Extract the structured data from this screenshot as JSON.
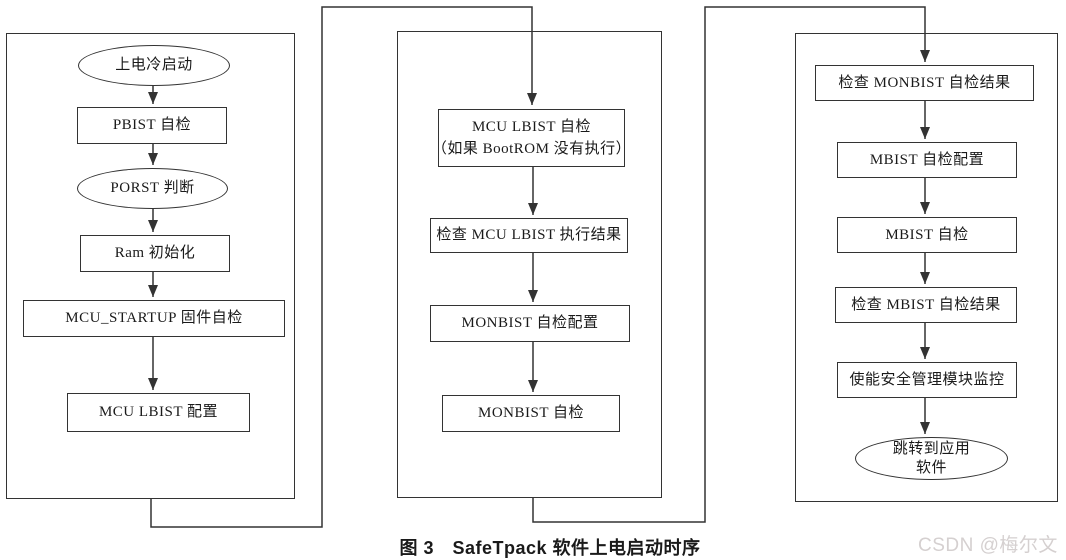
{
  "figure": {
    "caption": "图 3　SafeTpack 软件上电启动时序",
    "watermark": "CSDN @梅尔文",
    "colors": {
      "line": "#333333",
      "shape_border": "#333333",
      "shape_fill": "#ffffff",
      "background": "#ffffff",
      "caption_text": "#1a1a1a",
      "watermark_text": "#d5d0d0"
    },
    "columns": [
      {
        "nodes": [
          {
            "shape": "ellipse",
            "label": "上电冷启动"
          },
          {
            "shape": "rect",
            "label": "PBIST 自检"
          },
          {
            "shape": "ellipse",
            "label": "PORST 判断"
          },
          {
            "shape": "rect",
            "label": "Ram 初始化"
          },
          {
            "shape": "rect",
            "label": "MCU_STARTUP 固件自检"
          },
          {
            "shape": "rect",
            "label": "MCU LBIST 配置"
          }
        ]
      },
      {
        "nodes": [
          {
            "shape": "rect",
            "label": "MCU LBIST 自检",
            "label2": "（如果 BootROM 没有执行）"
          },
          {
            "shape": "rect",
            "label": "检查 MCU LBIST 执行结果"
          },
          {
            "shape": "rect",
            "label": "MONBIST 自检配置"
          },
          {
            "shape": "rect",
            "label": "MONBIST 自检"
          }
        ]
      },
      {
        "nodes": [
          {
            "shape": "rect",
            "label": "检查 MONBIST 自检结果"
          },
          {
            "shape": "rect",
            "label": "MBIST 自检配置"
          },
          {
            "shape": "rect",
            "label": "MBIST 自检"
          },
          {
            "shape": "rect",
            "label": "检查 MBIST 自检结果"
          },
          {
            "shape": "rect",
            "label": "使能安全管理模块监控"
          },
          {
            "shape": "ellipse",
            "label": "跳转到应用",
            "label2": "软件"
          }
        ]
      }
    ]
  }
}
